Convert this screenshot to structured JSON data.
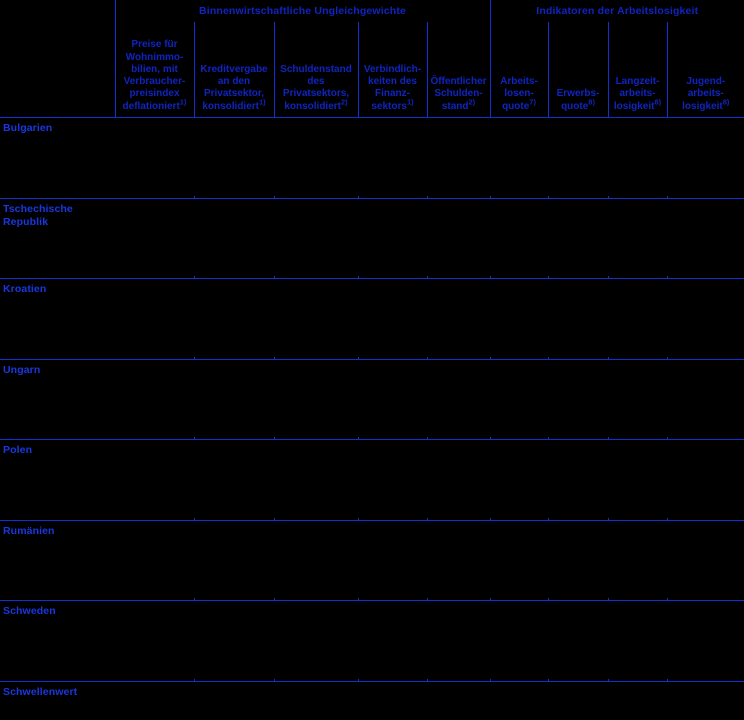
{
  "table": {
    "groups": [
      {
        "id": "spacer",
        "label": "",
        "span": 1
      },
      {
        "id": "domestic-imbalances",
        "label": "Binnenwirtschaftliche Ungleichgewichte",
        "span": 5
      },
      {
        "id": "unemployment-indicators",
        "label": "Indikatoren der Arbeitslosigkeit",
        "span": 3
      }
    ],
    "columns": [
      {
        "id": "country",
        "label": "",
        "footnote": ""
      },
      {
        "id": "house-prices",
        "label": "Preise für Wohnimmo-\nbilien, mit Verbraucher-\npreisindex deflationiert",
        "footnote": "1)"
      },
      {
        "id": "private-sector-credit",
        "label": "Kreditvergabe an den Privatsektor, konsolidiert",
        "footnote": "1)"
      },
      {
        "id": "private-sector-debt",
        "label": "Schuldenstand des Privatsektors, konsolidiert",
        "footnote": "2)"
      },
      {
        "id": "financial-sector-liabilities",
        "label": "Verbindlich-\nkeiten des Finanz-\nsektors",
        "footnote": "1)"
      },
      {
        "id": "public-debt",
        "label": "Öffentlicher Schulden-\nstand",
        "footnote": "2)"
      },
      {
        "id": "unemployment-rate",
        "label": "Arbeits-\nlosen-\nquote",
        "footnote": "7)"
      },
      {
        "id": "activity-rate",
        "label": "Erwerbs-\nquote",
        "footnote": "8)"
      },
      {
        "id": "long-term-unemployment",
        "label": "Langzeit-\narbeits-\nlosigkeit",
        "footnote": "8)"
      },
      {
        "id": "youth-unemployment",
        "label": "Jugend-\narbeits-\nlosigkeit",
        "footnote": "8)"
      }
    ],
    "column_lines": [
      {
        "id": "house-prices",
        "line1": "Preise für",
        "line2": "Wohnimmo-",
        "line3": "bilien, mit",
        "line4": "Verbraucher-",
        "line5": "preisindex",
        "line6": "deflationiert",
        "sup": "1)"
      },
      {
        "id": "private-sector-credit",
        "line1": "Kreditvergabe",
        "line2": "an den",
        "line3": "Privatsektor,",
        "line4": "konsolidiert",
        "sup": "1)"
      },
      {
        "id": "private-sector-debt",
        "line1": "Schuldenstand",
        "line2": "des",
        "line3": "Privatsektors,",
        "line4": "konsolidiert",
        "sup": "2)"
      },
      {
        "id": "financial-sector-liabilities",
        "line1": "Verbindlich-",
        "line2": "keiten des",
        "line3": "Finanz-",
        "line4": "sektors",
        "sup": "1)"
      },
      {
        "id": "public-debt",
        "line1": "Öffentlicher",
        "line2": "Schulden-",
        "line3": "stand",
        "sup": "2)"
      },
      {
        "id": "unemployment-rate",
        "line1": "Arbeits-",
        "line2": "losen-",
        "line3": "quote",
        "sup": "7)"
      },
      {
        "id": "activity-rate",
        "line1": "Erwerbs-",
        "line2": "quote",
        "sup": "8)"
      },
      {
        "id": "long-term-unemployment",
        "line1": "Langzeit-",
        "line2": "arbeits-",
        "line3": "losigkeit",
        "sup": "8)"
      },
      {
        "id": "youth-unemployment",
        "line1": "Jugend-",
        "line2": "arbeits-",
        "line3": "losigkeit",
        "sup": "8)"
      }
    ],
    "rows": [
      {
        "id": "bulgarien",
        "label": "Bulgarien",
        "values": [
          "",
          "",
          "",
          "",
          "",
          "",
          "",
          "",
          ""
        ]
      },
      {
        "id": "tschechische-republik",
        "label": "Tschechische Republik",
        "values": [
          "",
          "",
          "",
          "",
          "",
          "",
          "",
          "",
          ""
        ]
      },
      {
        "id": "kroatien",
        "label": "Kroatien",
        "values": [
          "",
          "",
          "",
          "",
          "",
          "",
          "",
          "",
          ""
        ]
      },
      {
        "id": "ungarn",
        "label": "Ungarn",
        "values": [
          "",
          "",
          "",
          "",
          "",
          "",
          "",
          "",
          ""
        ]
      },
      {
        "id": "polen",
        "label": "Polen",
        "values": [
          "",
          "",
          "",
          "",
          "",
          "",
          "",
          "",
          ""
        ]
      },
      {
        "id": "rumaenien",
        "label": "Rumänien",
        "values": [
          "",
          "",
          "",
          "",
          "",
          "",
          "",
          "",
          ""
        ]
      },
      {
        "id": "schweden",
        "label": "Schweden",
        "values": [
          "",
          "",
          "",
          "",
          "",
          "",
          "",
          "",
          ""
        ]
      },
      {
        "id": "schwellenwert",
        "label": "Schwellenwert",
        "values": [
          "",
          "",
          "",
          "",
          "",
          "",
          "",
          "",
          ""
        ]
      }
    ]
  },
  "colors": {
    "background": "#000000",
    "header_text": "#1024c0",
    "row_label_text": "#1a37e0",
    "rule": "#1230d0"
  }
}
